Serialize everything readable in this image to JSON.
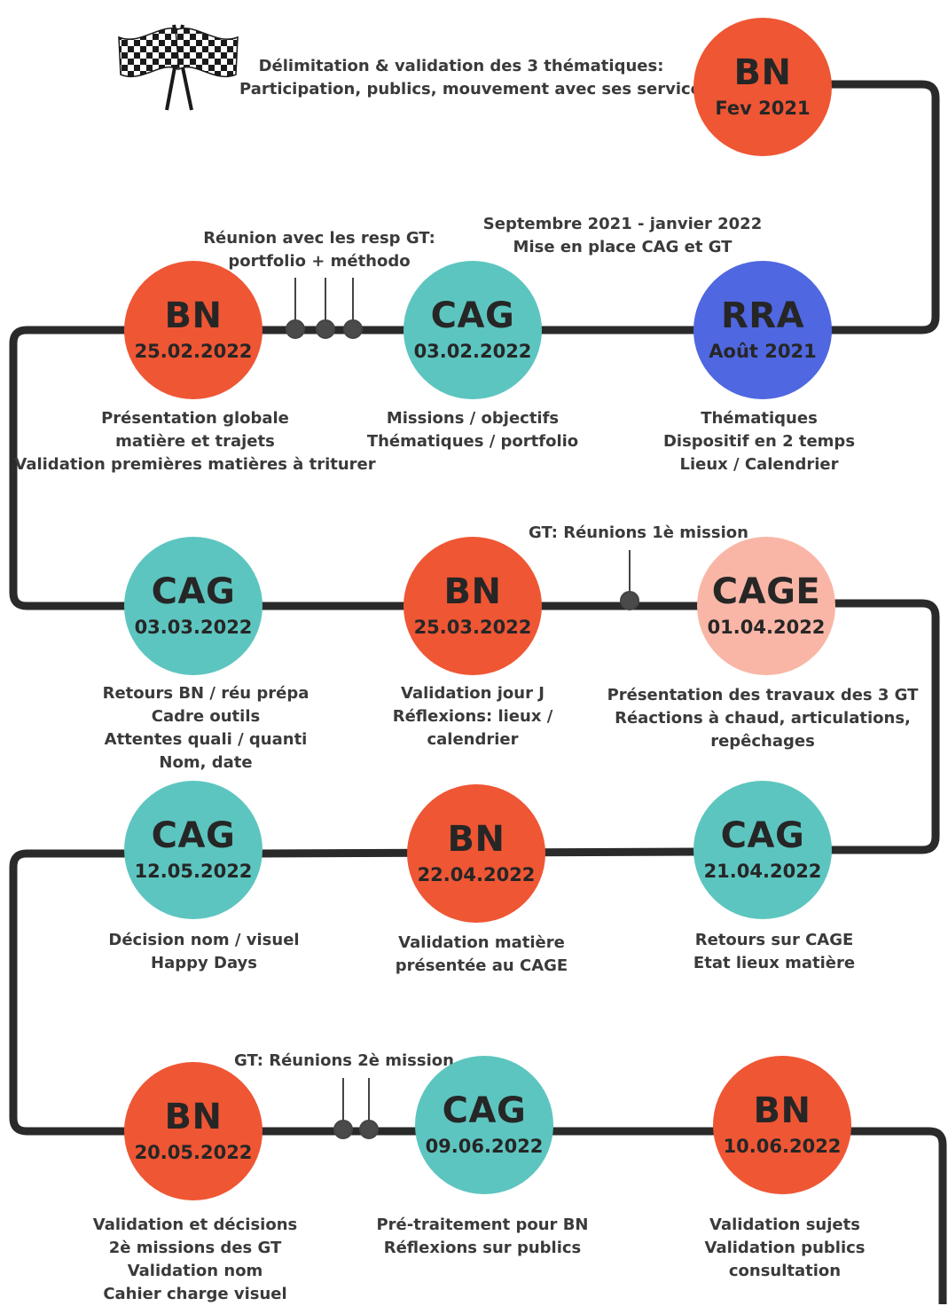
{
  "colors": {
    "bn": "#EF5634",
    "cag": "#5DC5BF",
    "rra": "#4F67E0",
    "cage": "#F9B6A6",
    "track": "#2a2a2a",
    "text": "#3a3a3a"
  },
  "top_note": {
    "line1": "Délimitation & validation des 3 thématiques:",
    "line2": "Participation, publics, mouvement avec ses services"
  },
  "nodes": [
    {
      "acr": "BN",
      "date": "Fev 2021",
      "lines": []
    },
    {
      "acr": "RRA",
      "date": "Août 2021",
      "lines": [
        "Thématiques",
        "Dispositif en 2 temps",
        "Lieux / Calendrier"
      ]
    },
    {
      "acr": "CAG",
      "date": "03.02.2022",
      "lines": [
        "Missions / objectifs",
        "Thématiques / portfolio"
      ]
    },
    {
      "acr": "BN",
      "date": "25.02.2022",
      "lines": [
        "Présentation globale",
        "matière et trajets",
        "Validation premières matières à triturer"
      ]
    },
    {
      "acr": "CAG",
      "date": "03.03.2022",
      "lines": [
        "Retours BN / réu prépa",
        "Cadre outils",
        "Attentes quali / quanti",
        "Nom, date"
      ]
    },
    {
      "acr": "BN",
      "date": "25.03.2022",
      "lines": [
        "Validation jour J",
        "Réflexions: lieux /",
        "calendrier"
      ]
    },
    {
      "acr": "CAGE",
      "date": "01.04.2022",
      "lines": [
        "Présentation des travaux des 3 GT",
        "Réactions à chaud, articulations,",
        "repêchages"
      ]
    },
    {
      "acr": "CAG",
      "date": "21.04.2022",
      "lines": [
        "Retours sur CAGE",
        "Etat lieux matière"
      ]
    },
    {
      "acr": "BN",
      "date": "22.04.2022",
      "lines": [
        "Validation matière",
        "présentée au CAGE"
      ]
    },
    {
      "acr": "CAG",
      "date": "12.05.2022",
      "lines": [
        "Décision nom / visuel",
        "Happy Days"
      ]
    },
    {
      "acr": "BN",
      "date": "20.05.2022",
      "lines": [
        "Validation et décisions",
        "2è missions des GT",
        "Validation nom",
        "Cahier charge visuel"
      ]
    },
    {
      "acr": "CAG",
      "date": "09.06.2022",
      "lines": [
        "Pré-traitement pour BN",
        "Réflexions sur publics"
      ]
    },
    {
      "acr": "BN",
      "date": "10.06.2022",
      "lines": [
        "Validation sujets",
        "Validation publics",
        "consultation"
      ]
    }
  ],
  "notes": {
    "sept": {
      "line1": "Septembre 2021 - janvier 2022",
      "line2": "Mise en place CAG et GT"
    },
    "reunion": {
      "line1": "Réunion avec les resp GT:",
      "line2": "portfolio + méthodo"
    },
    "gt1": "GT: Réunions 1è mission",
    "gt2": "GT: Réunions 2è mission"
  },
  "icons": {
    "start": "checkered-flags-icon"
  }
}
